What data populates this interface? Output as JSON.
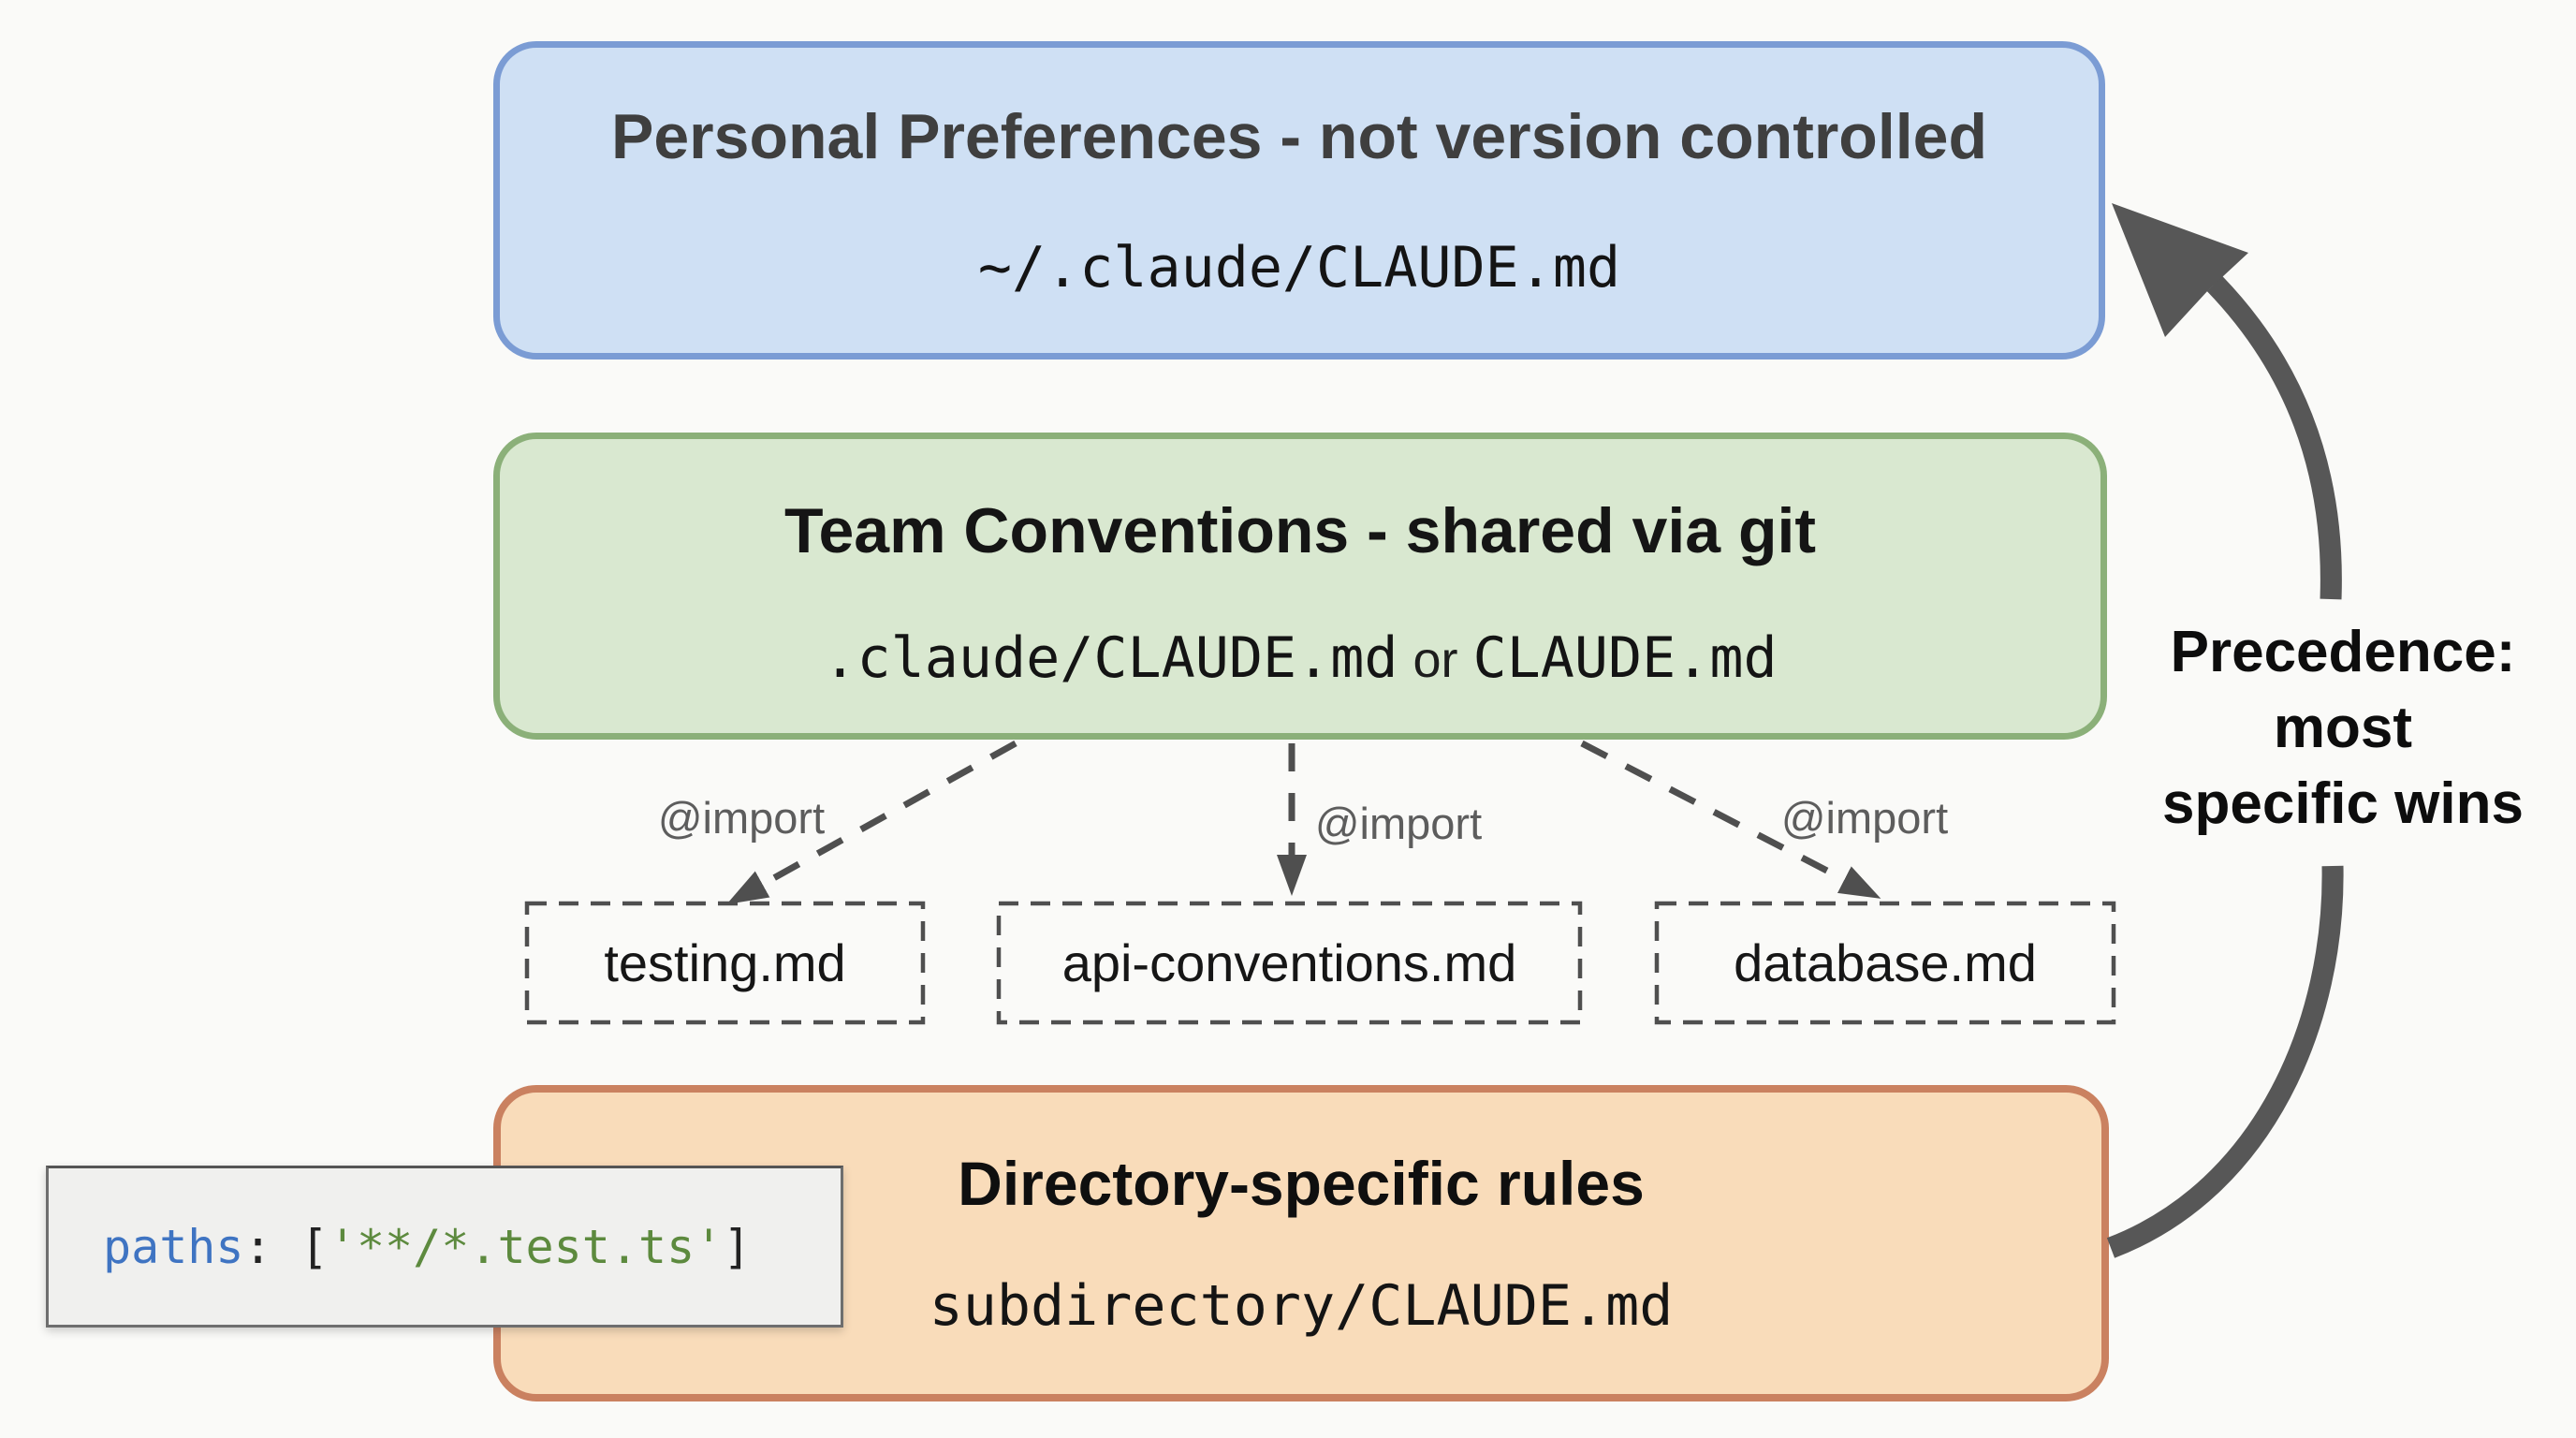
{
  "canvas": {
    "bg": "#fafaf8"
  },
  "colors": {
    "arrow_gray": "#575757",
    "connector_gray": "#4f4f4f",
    "import_label_gray": "#5d5d5d"
  },
  "personal_box": {
    "title": "Personal Preferences - not version controlled",
    "path": "~/.claude/CLAUDE.md",
    "fill": "#cfe0f4",
    "border": "#7b9cd4",
    "title_color": "#3f3f3f"
  },
  "team_box": {
    "title": "Team Conventions - shared via git",
    "path_a": ".claude/CLAUDE.md",
    "or": "or",
    "path_b": "CLAUDE.md",
    "fill": "#d9e8d0",
    "border": "#8bb079",
    "title_color": "#151515"
  },
  "directory_box": {
    "title": "Directory-specific rules",
    "path": "subdirectory/CLAUDE.md",
    "fill": "#f9dcba",
    "border": "#ca8160",
    "title_color": "#0f0f0f"
  },
  "imports": {
    "label": "@import",
    "files": [
      "testing.md",
      "api-conventions.md",
      "database.md"
    ]
  },
  "code_snippet": {
    "tokens": [
      {
        "text": "paths",
        "color": "#3f74c2"
      },
      {
        "text": ": ",
        "color": "#222222"
      },
      {
        "text": "[",
        "color": "#222222"
      },
      {
        "text": "'**/*.test.ts'",
        "color": "#5d8a3e"
      },
      {
        "text": "]",
        "color": "#222222"
      }
    ]
  },
  "precedence": {
    "line1": "Precedence:",
    "line2": "most",
    "line3": "specific wins"
  }
}
